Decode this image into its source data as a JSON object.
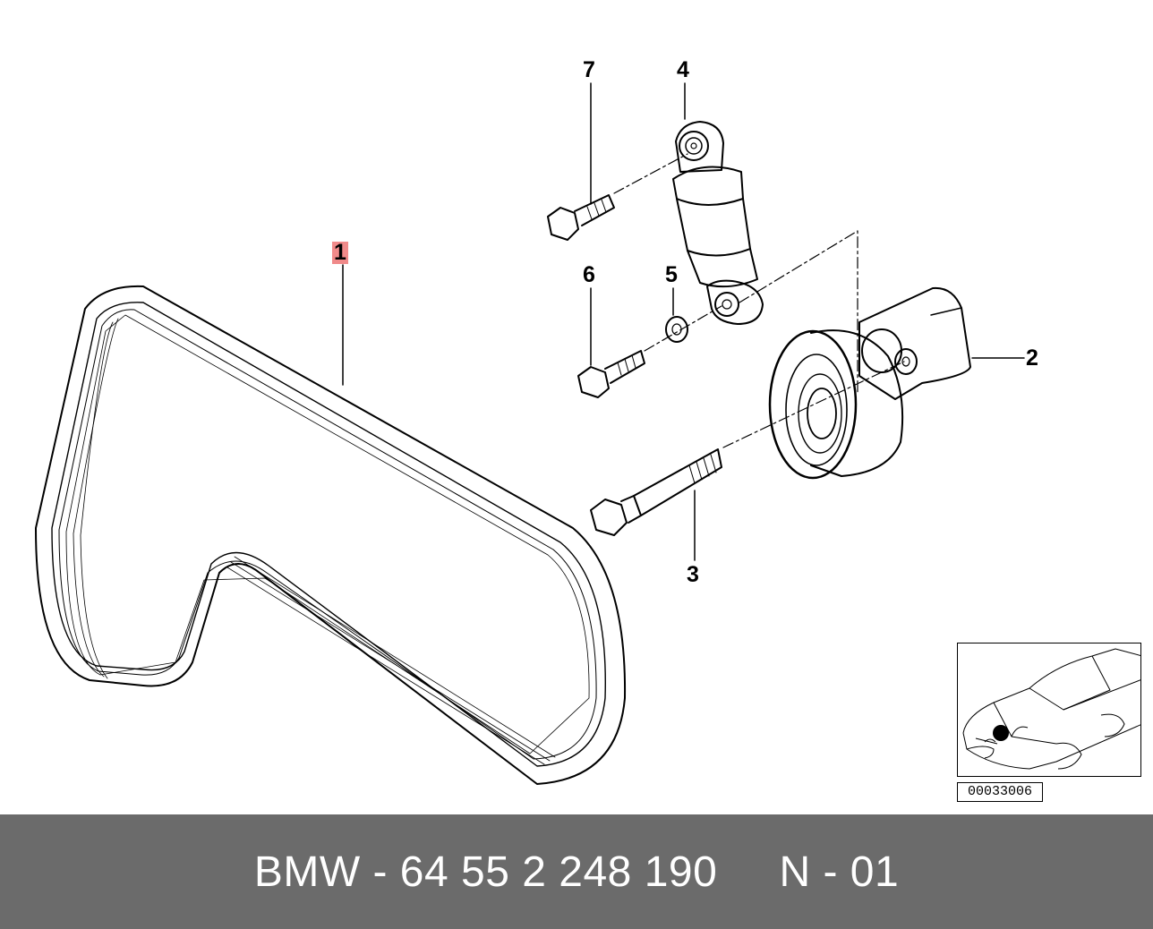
{
  "callouts": {
    "c1": "1",
    "c2": "2",
    "c3": "3",
    "c4": "4",
    "c5": "5",
    "c6": "6",
    "c7": "7"
  },
  "reference_code": "00033006",
  "footer": {
    "text": "BMW - 64 55 2 248 190     N - 01"
  },
  "colors": {
    "highlight": "#f08a8a",
    "footer_background": "#6b6b6b",
    "footer_text": "#ffffff"
  }
}
